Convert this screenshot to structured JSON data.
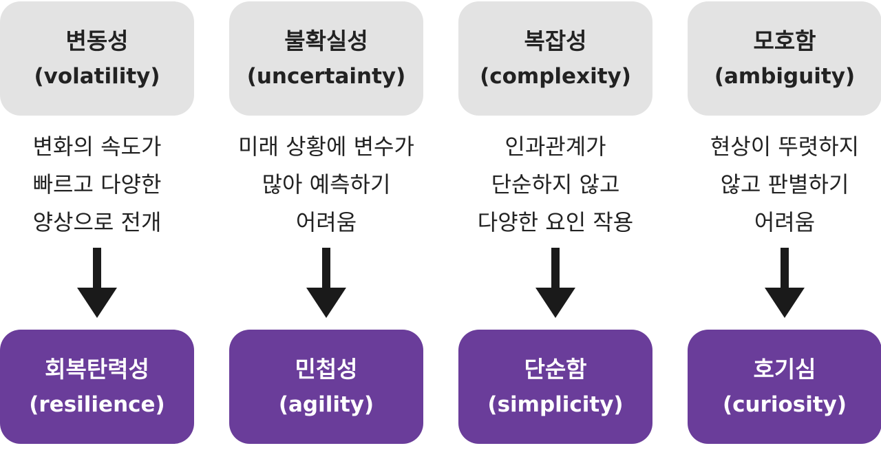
{
  "columns": [
    {
      "title": "변동성",
      "subtitle": "(volatility)",
      "description": [
        "변화의 속도가",
        "빠르고 다양한",
        "양상으로 전개"
      ],
      "response_title": "회복탄력성",
      "response_subtitle": "(resilience)"
    },
    {
      "title": "불확실성",
      "subtitle": "(uncertainty)",
      "description": [
        "미래 상황에 변수가",
        "많아 예측하기",
        "어려움"
      ],
      "response_title": "민첩성",
      "response_subtitle": "(agility)"
    },
    {
      "title": "복잡성",
      "subtitle": "(complexity)",
      "description": [
        "인과관계가",
        "단순하지 않고",
        "다양한 요인 작용"
      ],
      "response_title": "단순함",
      "response_subtitle": "(simplicity)"
    },
    {
      "title": "모호함",
      "subtitle": "(ambiguity)",
      "description": [
        "현상이 뚜렷하지",
        "않고 판별하기",
        "어려움"
      ],
      "response_title": "호기심",
      "response_subtitle": "(curiosity)"
    }
  ],
  "colors": {
    "top_box": "#e3e3e3",
    "bottom_box": "#6a3d9a",
    "arrow": "#1a1a1a",
    "text_dark": "#222222",
    "text_light": "#ffffff"
  }
}
